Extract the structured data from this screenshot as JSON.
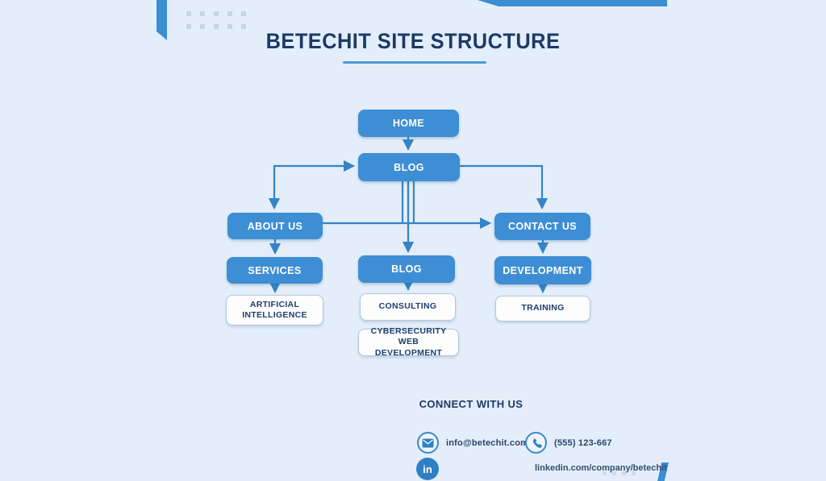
{
  "title": "BETECHIT SITE STRUCTURE",
  "nodes": {
    "home": {
      "label": "HOME"
    },
    "blog_main": {
      "label": "BLOG"
    },
    "about_us": {
      "label": "ABOUT US"
    },
    "contact_us": {
      "label": "CONTACT US"
    },
    "services": {
      "label": "SERVICES"
    },
    "blog_sub": {
      "label": "BLOG"
    },
    "development": {
      "label": "DEVELOPMENT"
    },
    "artificial_intelligence": {
      "label": "ARTIFICIAL INTELLIGENCE"
    },
    "consulting": {
      "label": "CONSULTING"
    },
    "training": {
      "label": "TRAINING"
    },
    "cybersecurity": {
      "label": "CYBERSECURITY WEB DEVELOPMENT"
    }
  },
  "connect": {
    "heading": "CONNECT WITH US",
    "email": "info@betechit.com",
    "phone": "(555) 123-667",
    "linkedin": "linkedin.com/company/betechit"
  },
  "icons": {
    "email": "envelope-icon",
    "phone": "phone-icon",
    "linkedin": "linkedin-icon"
  },
  "colors": {
    "background": "#e4eefa",
    "node_blue": "#3d8ed4",
    "node_text_white": "#ffffff",
    "line_blue": "#3584c7",
    "title_navy": "#1d3a66",
    "white_box_bg": "#fdfdfe",
    "white_box_border": "#aec9de",
    "white_box_text": "#1e3d6b",
    "decoration_blue": "#3c8ed3",
    "dot_gray_blue": "#c8d4e2"
  }
}
